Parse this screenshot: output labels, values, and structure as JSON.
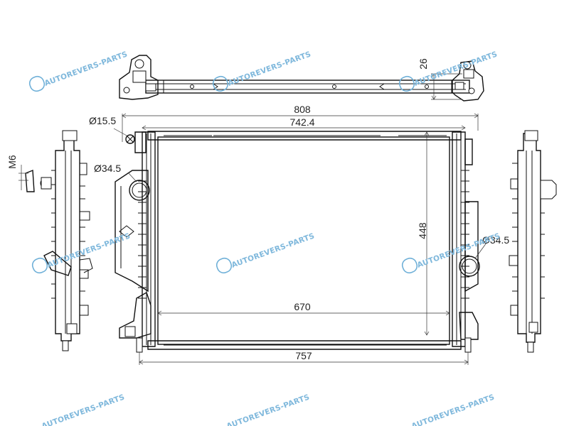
{
  "diagram": {
    "dimensions": {
      "overall_width": "808",
      "core_width_top": "742.4",
      "core_width_inner": "670",
      "bottom_width": "757",
      "height": "448",
      "top_bar_depth": "26",
      "small_port_diameter": "Ø15.5",
      "inlet_diameter": "Ø34.5",
      "outlet_diameter": "Ø34.5",
      "thread": "M6"
    },
    "watermark": {
      "text": "AUTOREVERS-PARTS"
    }
  }
}
